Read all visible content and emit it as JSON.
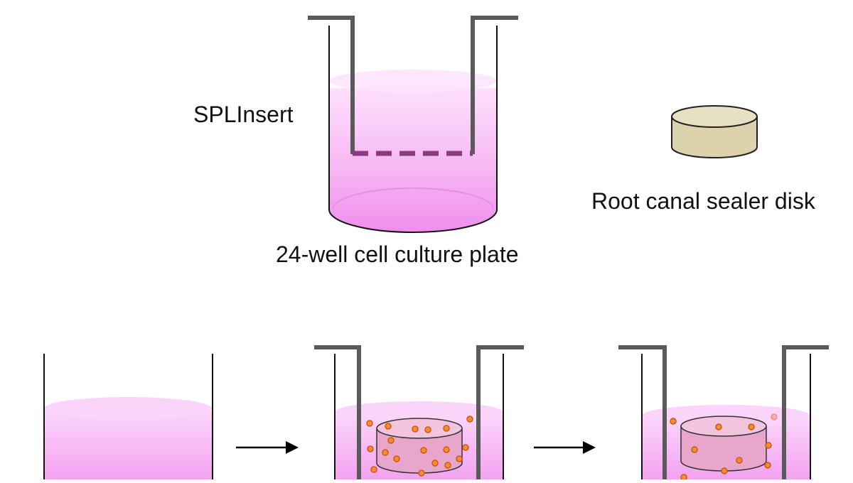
{
  "labels": {
    "insert": "SPLInsert",
    "sealer_disk": "Root canal sealer disk",
    "plate": "24-well cell culture plate"
  },
  "colors": {
    "medium_light": "#fcd2fc",
    "medium_mid": "#f4a8f0",
    "medium_dark": "#ee88ec",
    "insert_frame": "#5a5a5a",
    "membrane": "#8a3a80",
    "disk_fill": "#dcd2ac",
    "disk_top": "#e8e0c2",
    "immersed_disk_fill": "#e9a6cc",
    "immersed_disk_top": "#f2c4de",
    "particle_fill": "#ff8a33",
    "particle_stroke": "#c85a10",
    "outline": "#111111",
    "arrow": "#000000"
  },
  "icons": {
    "arrow_1": "right-arrow-icon",
    "arrow_2": "right-arrow-icon"
  }
}
